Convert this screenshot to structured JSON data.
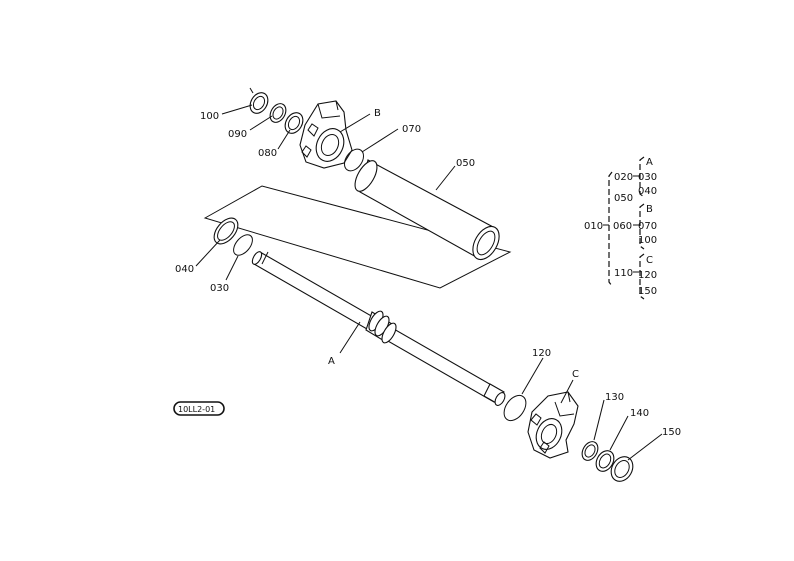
{
  "labels": {
    "p100": "100",
    "p090": "090",
    "p080": "080",
    "pB": "B",
    "p070": "070",
    "p050": "050",
    "p040": "040",
    "p030": "030",
    "pA": "A",
    "p120": "120",
    "pC": "C",
    "p130": "130",
    "p140": "140",
    "p150": "150"
  },
  "legend": {
    "col1": {
      "r1": "010"
    },
    "col2": {
      "r1": "020",
      "r2": "050",
      "r3": "060",
      "r4": "110"
    },
    "col3": {
      "hA": "A",
      "r1": "030",
      "r2": "040",
      "hB": "B",
      "r3": "070",
      "r4": "100",
      "hC": "C",
      "r5": "120",
      "r6": "150"
    }
  },
  "stamp": "10LL2-01"
}
